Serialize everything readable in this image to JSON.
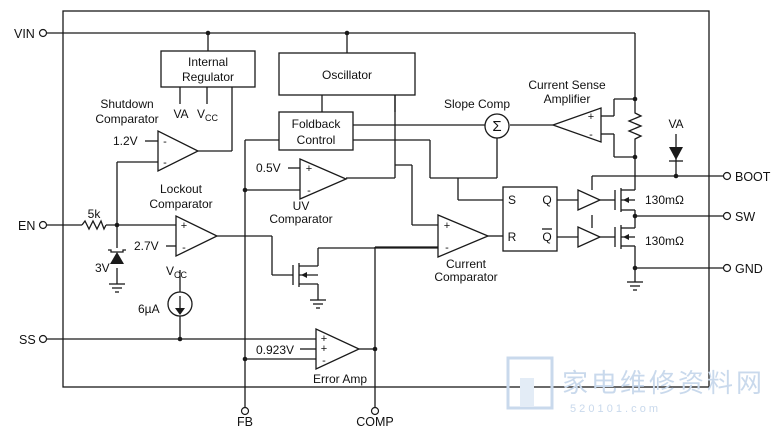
{
  "pins": {
    "vin": "VIN",
    "en": "EN",
    "ss": "SS",
    "fb": "FB",
    "comp": "COMP",
    "boot": "BOOT",
    "sw": "SW",
    "gnd": "GND"
  },
  "blocks": {
    "regulator_line1": "Internal",
    "regulator_line2": "Regulator",
    "va": "VA",
    "vcc": "V",
    "vcc_sub": "CC",
    "oscillator": "Oscillator",
    "foldback_line1": "Foldback",
    "foldback_line2": "Control",
    "slope_comp": "Slope Comp",
    "sigma": "Σ",
    "current_sense_line1": "Current Sense",
    "current_sense_line2": "Amplifier",
    "shutdown_line1": "Shutdown",
    "shutdown_line2": "Comparator",
    "lockout_line1": "Lockout",
    "lockout_line2": "Comparator",
    "uv_line1": "UV",
    "uv_line2": "Comparator",
    "current_comp_line1": "Current",
    "current_comp_line2": "Comparator",
    "error_amp": "Error Amp",
    "latch_s": "S",
    "latch_r": "R",
    "latch_q": "Q",
    "latch_qbar": "Q"
  },
  "values": {
    "v1_2": "1.2V",
    "v0_5": "0.5V",
    "v2_7": "2.7V",
    "v0_923": "0.923V",
    "r5k": "5k",
    "z3v": "3V",
    "i6ua": "6µA",
    "va_top": "VA",
    "rdson_high": "130mΩ",
    "rdson_low": "130mΩ"
  },
  "watermark": {
    "text": "家电维修资料网",
    "url": "5 2 0 1 0 1 . c o m"
  }
}
